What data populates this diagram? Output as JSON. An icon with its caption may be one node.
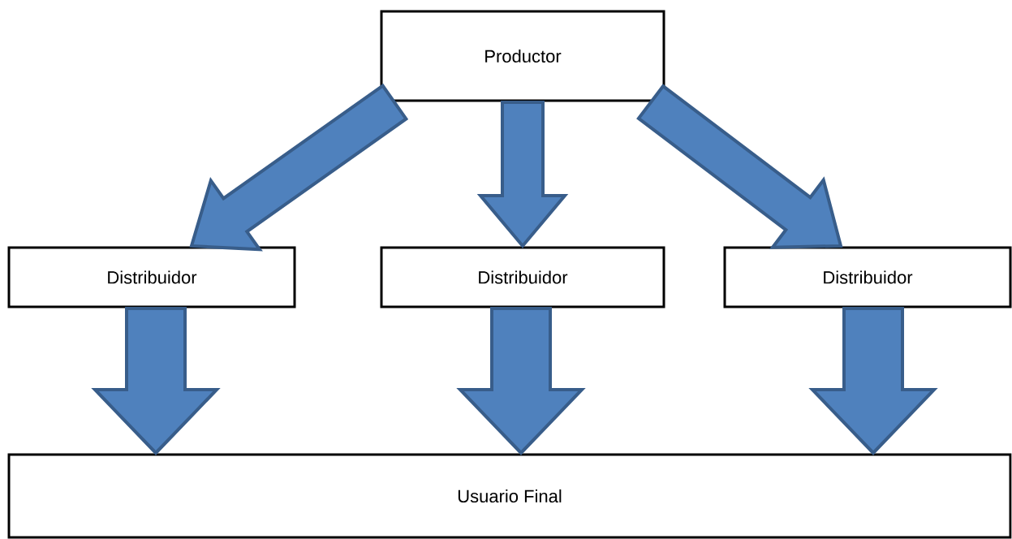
{
  "diagram": {
    "nodes": [
      {
        "text": [
          "Productor"
        ]
      },
      {
        "text": [
          "Distribuidor"
        ]
      },
      {
        "text": [
          "Distribuidor"
        ]
      },
      {
        "text": [
          "Distribuidor"
        ]
      },
      {
        "text": [
          "Usuario Final"
        ]
      }
    ],
    "edges": [
      {
        "from": 0,
        "to": 1,
        "arrow": "to"
      },
      {
        "from": 0,
        "to": 2,
        "arrow": "to"
      },
      {
        "from": 0,
        "to": 3,
        "arrow": "to"
      },
      {
        "from": 1,
        "to": 4,
        "arrow": "to"
      },
      {
        "from": 2,
        "to": 4,
        "arrow": "to"
      },
      {
        "from": 3,
        "to": 4,
        "arrow": "to"
      }
    ]
  }
}
